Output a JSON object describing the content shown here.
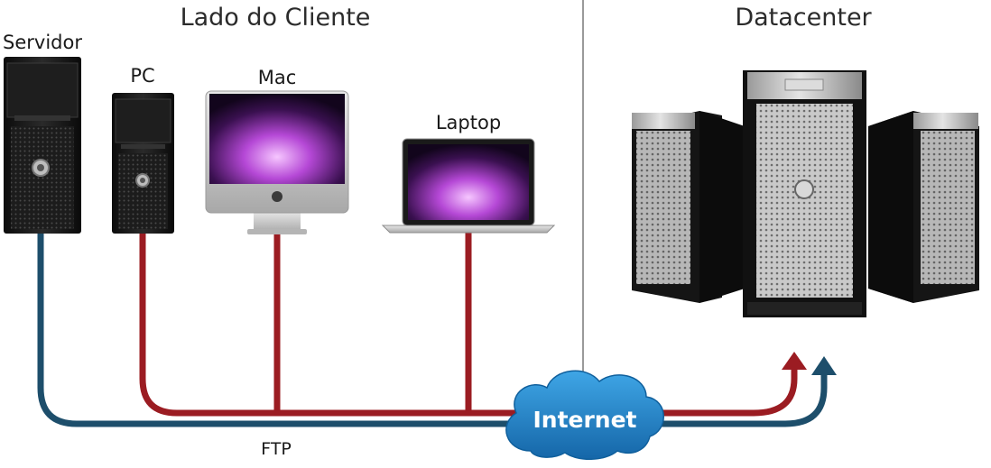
{
  "sections": {
    "client": {
      "title": "Lado do Cliente"
    },
    "datacenter": {
      "title": "Datacenter"
    }
  },
  "devices": {
    "server": {
      "label": "Servidor"
    },
    "pc": {
      "label": "PC"
    },
    "mac": {
      "label": "Mac"
    },
    "laptop": {
      "label": "Laptop"
    }
  },
  "network": {
    "internet_label": "Internet",
    "ftp_label": "FTP"
  },
  "colors": {
    "red_line": "#9b1c22",
    "blue_line": "#1d4e6b",
    "cloud": "#1f86c8",
    "divider": "#9a9a9a"
  }
}
